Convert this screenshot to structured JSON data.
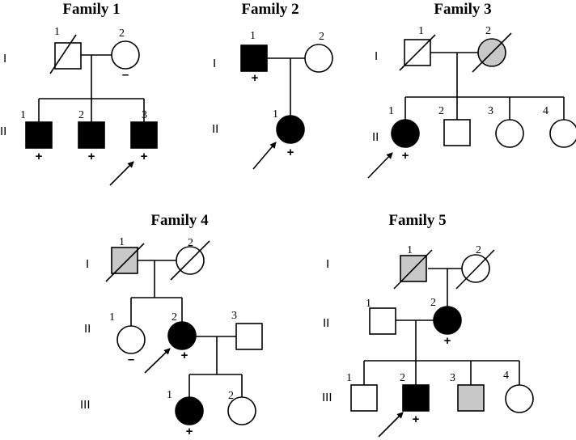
{
  "colors": {
    "affected": "#000000",
    "partial": "#c8c8c8",
    "unaffected": "#ffffff",
    "line": "#000000"
  },
  "families": [
    {
      "title": "Family 1",
      "generations": [
        "I",
        "II"
      ],
      "members": [
        {
          "label": "1",
          "sex": "male",
          "status": "unaffected",
          "deceased": true,
          "mark": ""
        },
        {
          "label": "2",
          "sex": "female",
          "status": "unaffected",
          "deceased": false,
          "mark": "–"
        },
        {
          "label": "1",
          "sex": "male",
          "status": "affected",
          "deceased": false,
          "mark": "+"
        },
        {
          "label": "2",
          "sex": "male",
          "status": "affected",
          "deceased": false,
          "mark": "+"
        },
        {
          "label": "3",
          "sex": "male",
          "status": "affected",
          "deceased": false,
          "mark": "+",
          "proband": true
        }
      ]
    },
    {
      "title": "Family 2",
      "generations": [
        "I",
        "II"
      ],
      "members": [
        {
          "label": "1",
          "sex": "male",
          "status": "affected",
          "deceased": false,
          "mark": "+"
        },
        {
          "label": "2",
          "sex": "female",
          "status": "unaffected",
          "deceased": false,
          "mark": ""
        },
        {
          "label": "1",
          "sex": "female",
          "status": "affected",
          "deceased": false,
          "mark": "+",
          "proband": true
        }
      ]
    },
    {
      "title": "Family 3",
      "generations": [
        "I",
        "II"
      ],
      "members": [
        {
          "label": "1",
          "sex": "male",
          "status": "unaffected",
          "deceased": true,
          "mark": ""
        },
        {
          "label": "2",
          "sex": "female",
          "status": "partial",
          "deceased": true,
          "mark": ""
        },
        {
          "label": "1",
          "sex": "female",
          "status": "affected",
          "deceased": false,
          "mark": "+",
          "proband": true
        },
        {
          "label": "2",
          "sex": "male",
          "status": "unaffected",
          "deceased": false,
          "mark": ""
        },
        {
          "label": "3",
          "sex": "female",
          "status": "unaffected",
          "deceased": false,
          "mark": ""
        },
        {
          "label": "4",
          "sex": "female",
          "status": "unaffected",
          "deceased": false,
          "mark": ""
        }
      ]
    },
    {
      "title": "Family 4",
      "generations": [
        "I",
        "II",
        "III"
      ],
      "members": [
        {
          "label": "1",
          "sex": "male",
          "status": "partial",
          "deceased": true,
          "mark": ""
        },
        {
          "label": "2",
          "sex": "female",
          "status": "unaffected",
          "deceased": true,
          "mark": ""
        },
        {
          "label": "1",
          "sex": "female",
          "status": "unaffected",
          "deceased": false,
          "mark": "–"
        },
        {
          "label": "2",
          "sex": "female",
          "status": "affected",
          "deceased": false,
          "mark": "+",
          "proband": true
        },
        {
          "label": "3",
          "sex": "male",
          "status": "unaffected",
          "deceased": false,
          "mark": ""
        },
        {
          "label": "1",
          "sex": "female",
          "status": "affected",
          "deceased": false,
          "mark": "+"
        },
        {
          "label": "2",
          "sex": "female",
          "status": "unaffected",
          "deceased": false,
          "mark": ""
        }
      ]
    },
    {
      "title": "Family 5",
      "generations": [
        "I",
        "II",
        "III"
      ],
      "members": [
        {
          "label": "1",
          "sex": "male",
          "status": "partial",
          "deceased": true,
          "mark": ""
        },
        {
          "label": "2",
          "sex": "female",
          "status": "unaffected",
          "deceased": true,
          "mark": ""
        },
        {
          "label": "1",
          "sex": "male",
          "status": "unaffected",
          "deceased": false,
          "mark": ""
        },
        {
          "label": "2",
          "sex": "female",
          "status": "affected",
          "deceased": false,
          "mark": "+"
        },
        {
          "label": "1",
          "sex": "male",
          "status": "unaffected",
          "deceased": false,
          "mark": ""
        },
        {
          "label": "2",
          "sex": "male",
          "status": "affected",
          "deceased": false,
          "mark": "+",
          "proband": true
        },
        {
          "label": "3",
          "sex": "male",
          "status": "partial",
          "deceased": false,
          "mark": ""
        },
        {
          "label": "4",
          "sex": "female",
          "status": "unaffected",
          "deceased": false,
          "mark": ""
        }
      ]
    }
  ]
}
